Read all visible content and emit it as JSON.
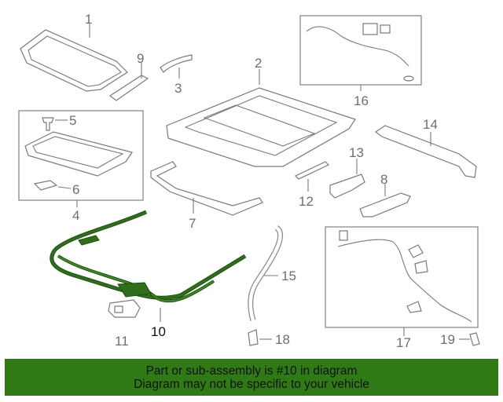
{
  "diagram": {
    "callouts": [
      {
        "id": "1",
        "label": "1"
      },
      {
        "id": "2",
        "label": "2"
      },
      {
        "id": "3",
        "label": "3"
      },
      {
        "id": "4",
        "label": "4"
      },
      {
        "id": "5",
        "label": "5"
      },
      {
        "id": "6",
        "label": "6"
      },
      {
        "id": "7",
        "label": "7"
      },
      {
        "id": "8",
        "label": "8"
      },
      {
        "id": "9",
        "label": "9"
      },
      {
        "id": "10",
        "label": "10"
      },
      {
        "id": "11",
        "label": "11"
      },
      {
        "id": "12",
        "label": "12"
      },
      {
        "id": "13",
        "label": "13"
      },
      {
        "id": "14",
        "label": "14"
      },
      {
        "id": "15",
        "label": "15"
      },
      {
        "id": "16",
        "label": "16"
      },
      {
        "id": "17",
        "label": "17"
      },
      {
        "id": "18",
        "label": "18"
      },
      {
        "id": "19",
        "label": "19"
      }
    ],
    "highlighted_part": "10",
    "highlight_color": "#2f6f1c"
  },
  "banner": {
    "line1": "Part or sub-assembly is #10 in diagram",
    "line2": "Diagram may not be specific to your vehicle",
    "background": "#2f7a14"
  }
}
